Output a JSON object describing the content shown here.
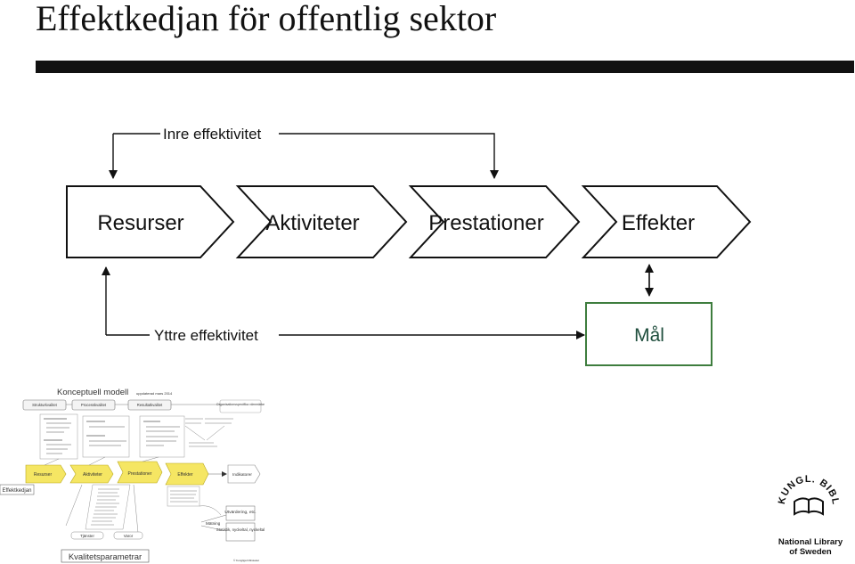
{
  "page": {
    "title": "Effektkedjan för offentlig sektor"
  },
  "top_diagram": {
    "inner_label": "Inre effektivitet",
    "outer_label": "Yttre effektivitet",
    "chain": [
      "Resurser",
      "Aktiviteter",
      "Prestationer",
      "Effekter"
    ],
    "goal": "Mål",
    "colors": {
      "chain_stroke": "#111111",
      "goal_stroke": "#3e7d3e",
      "goal_text": "#1f4e3d"
    }
  },
  "thumbnail": {
    "heading": "Konceptuell modell",
    "heading_note": "uppdaterad mars 2014",
    "top_boxes": [
      "Strukturkvalitet",
      "Processkvalitet",
      "Resultatkvalitet"
    ],
    "org_box": "Organisationsspecifika värnmärke",
    "yellow_chain": [
      "Resurser",
      "Aktiviteter",
      "Prestationer",
      "Effekter"
    ],
    "indicator_box": "Indikatorer",
    "left_label": "Effektkedjan",
    "bottom_label": "Kvalitetsparametrar",
    "bottom_boxes": [
      "Tjänster",
      "Varor"
    ],
    "measure_label": "Mätning",
    "measure_boxes": [
      "Utvärdering, etc.",
      "Statistik, nyckeltal, nyckeltal"
    ],
    "footer": "© Kungliga biblioteket"
  },
  "logo": {
    "arc_text": "KUNGL. BIBLIOTEKET",
    "name_line1": "National Library",
    "name_line2": "of Sweden"
  }
}
